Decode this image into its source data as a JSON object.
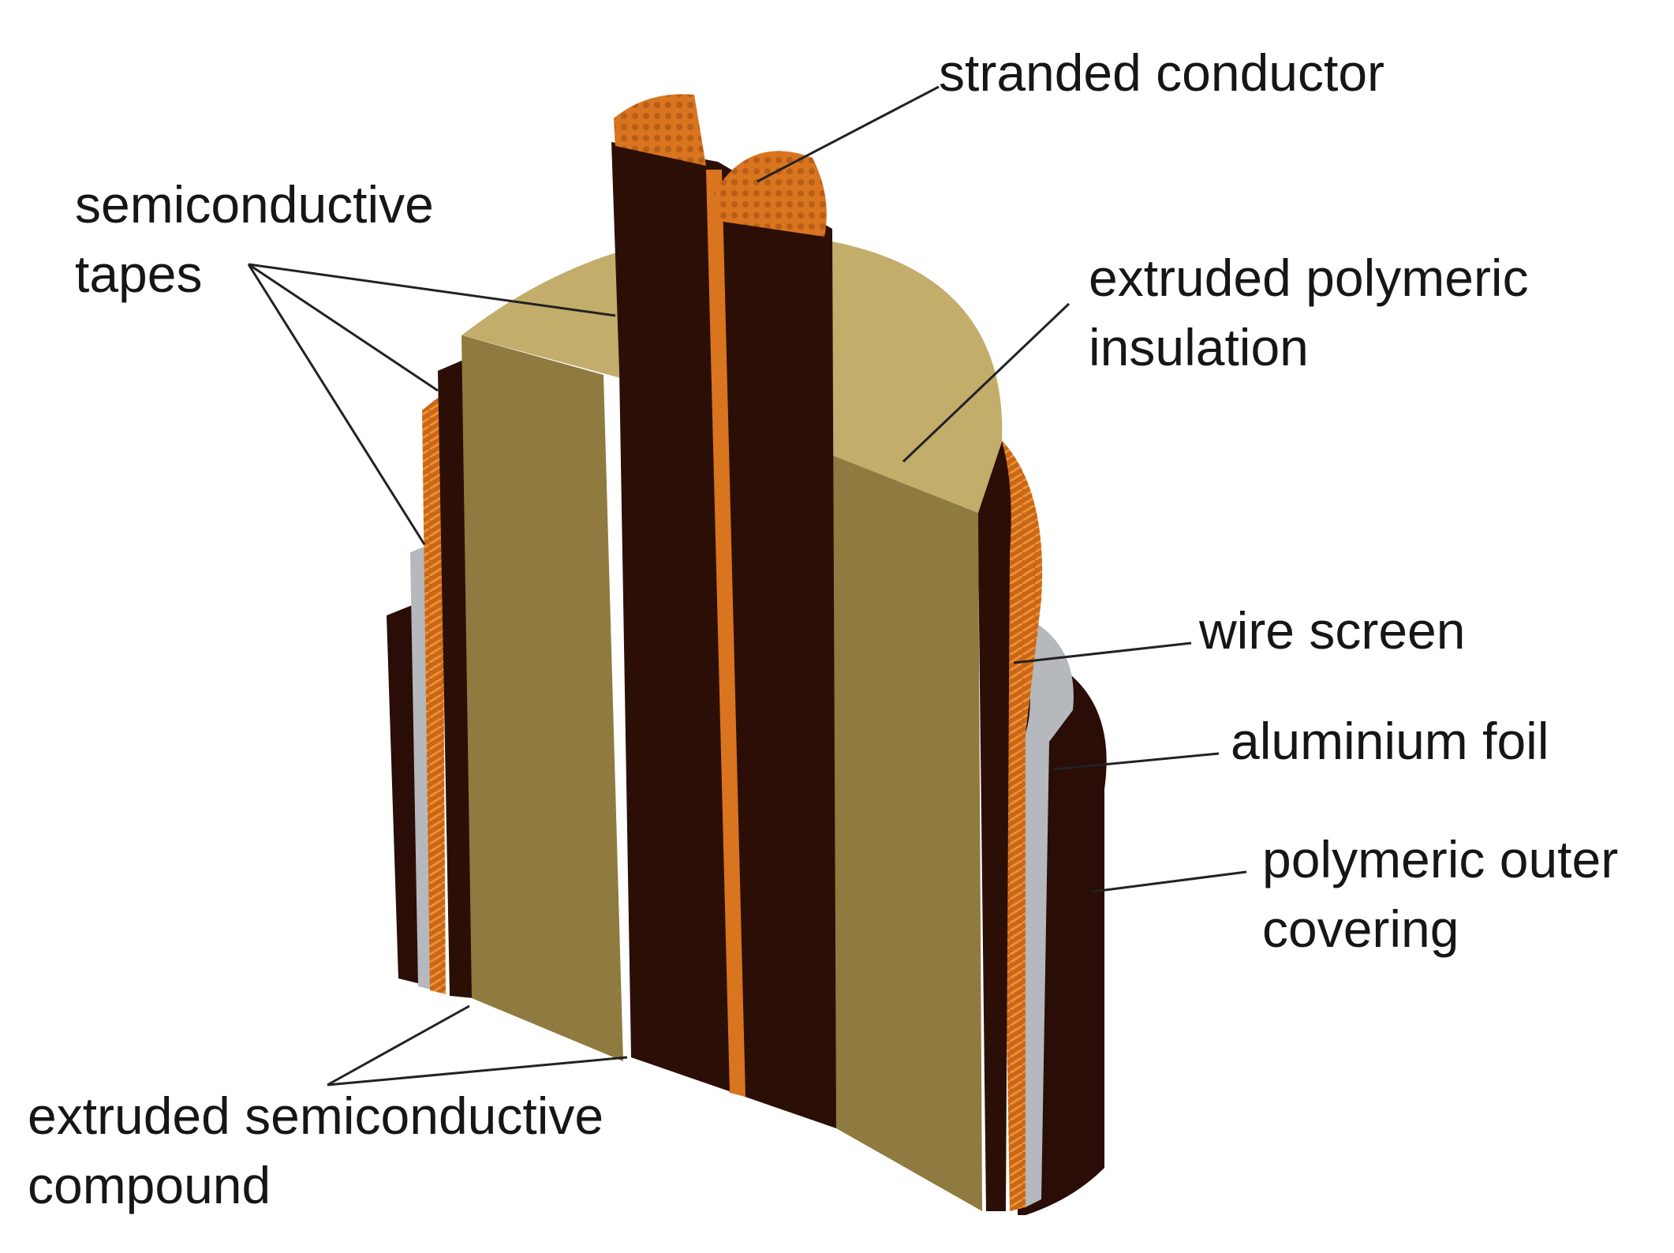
{
  "labels": {
    "stranded_conductor": [
      "stranded conductor"
    ],
    "semiconductive_tapes": [
      "semiconductive",
      "tapes"
    ],
    "extruded_polymeric_insulation": [
      "extruded polymeric",
      "insulation"
    ],
    "wire_screen": [
      "wire screen"
    ],
    "aluminium_foil": [
      "aluminium foil"
    ],
    "polymeric_outer_covering": [
      "polymeric outer",
      "covering"
    ],
    "extruded_semiconductive_compound": [
      "extruded semiconductive",
      "compound"
    ]
  },
  "colors": {
    "conductor": "#d9741f",
    "conductor_dark": "#a8520f",
    "insulation": "#c2ad6b",
    "insulation_side": "#8f7a3f",
    "semiconductive": "#2b0f07",
    "foil": "#b5b8bc",
    "leader": "#222222",
    "text": "#161616"
  }
}
